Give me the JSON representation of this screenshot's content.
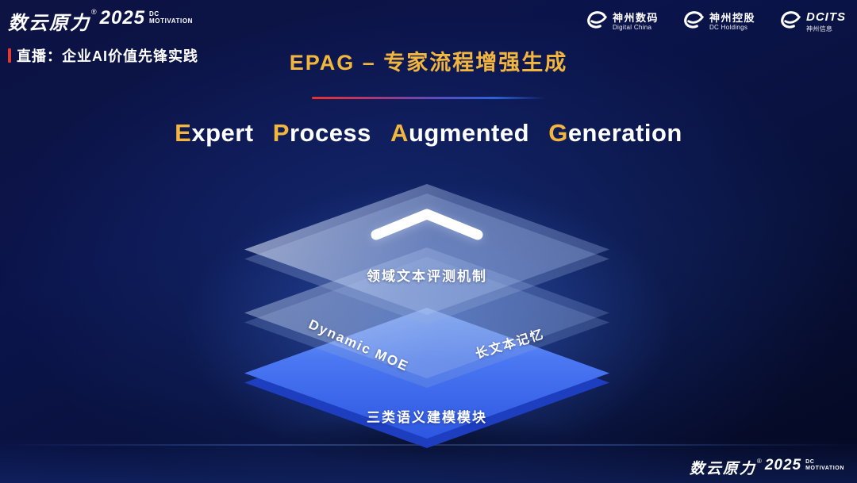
{
  "brand": {
    "name": "数云原力",
    "reg": "®",
    "year": "2025",
    "sub_line1": "DC",
    "sub_line2": "MOTIVATION"
  },
  "header": {
    "live_label": "直播：企业AI价值先锋实践",
    "title": "EPAG – 专家流程增强生成",
    "logos": [
      {
        "name": "神州数码",
        "sub": "Digital China"
      },
      {
        "name": "神州控股",
        "sub": "DC Holdings"
      },
      {
        "name": "DCITS",
        "sub": "神州信息"
      }
    ]
  },
  "main_title": {
    "words": [
      {
        "initial": "E",
        "rest": "xpert"
      },
      {
        "initial": "P",
        "rest": "rocess"
      },
      {
        "initial": "A",
        "rest": "ugmented"
      },
      {
        "initial": "G",
        "rest": "eneration"
      }
    ]
  },
  "diagram": {
    "top_label": "领域文本评测机制",
    "middle_left_label": "Dynamic MOE",
    "middle_right_label": "长文本记忆",
    "bottom_label": "三类语义建模模块"
  },
  "footer": {
    "brand_name": "数云原力",
    "reg": "®",
    "year": "2025",
    "sub_line1": "DC",
    "sub_line2": "MOTIVATION"
  },
  "colors": {
    "gold": "#f2b63e",
    "red": "#e23a2e",
    "layer_blue": "#3f6df0",
    "background": "#0a1240"
  }
}
